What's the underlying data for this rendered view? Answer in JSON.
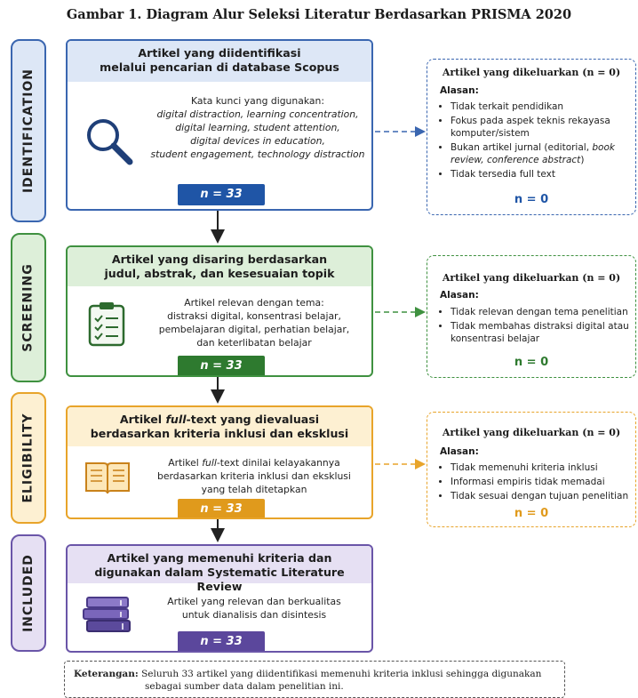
{
  "title": "Gambar 1. Diagram Alur Seleksi Literatur Berdasarkan PRISMA 2020",
  "colors": {
    "identification": "#3a66b0",
    "screening": "#3f9140",
    "eligibility": "#e8a42a",
    "included": "#6a55a8"
  },
  "phases": [
    {
      "label": "IDENTIFICATION"
    },
    {
      "label": "SCREENING"
    },
    {
      "label": "ELIGIBILITY"
    },
    {
      "label": "INCLUDED"
    }
  ],
  "identification": {
    "header_line1": "Artikel yang diidentifikasi",
    "header_line2": "melalui pencarian di database Scopus",
    "keywords_label": "Kata kunci yang digunakan:",
    "keywords": [
      "digital distraction, learning concentration,",
      "digital learning, student attention,",
      "digital devices in education,",
      "student engagement, technology distraction"
    ],
    "n_label": "n = 33",
    "icon": "magnifier-icon"
  },
  "screening": {
    "header_line1": "Artikel yang disaring berdasarkan",
    "header_line2": "judul, abstrak, dan kesesuaian topik",
    "lines": [
      "Artikel relevan dengan tema:",
      "distraksi digital, konsentrasi belajar,",
      "pembelajaran digital, perhatian belajar,",
      "dan keterlibatan belajar"
    ],
    "n_label": "n = 33",
    "icon": "clipboard-checklist-icon"
  },
  "eligibility": {
    "header_pre": "Artikel ",
    "header_italic": "full",
    "header_post": "-text yang dievaluasi",
    "header_line2": "berdasarkan kriteria inklusi dan eksklusi",
    "line1_italic": "full",
    "line1_pre": "Artikel ",
    "line1_post": "-text dinilai kelayakannya",
    "lines": [
      "berdasarkan kriteria inklusi dan eksklusi",
      "yang telah ditetapkan"
    ],
    "n_label": "n = 33",
    "icon": "open-book-icon"
  },
  "included": {
    "header_line1": "Artikel yang memenuhi kriteria dan",
    "header_line2": "digunakan dalam Systematic Literature Review",
    "lines": [
      "Artikel yang relevan dan berkualitas",
      "untuk dianalisis dan disintesis"
    ],
    "n_label": "n = 33",
    "icon": "book-stack-icon"
  },
  "excluded": [
    {
      "title": "Artikel yang dikeluarkan (n = 0)",
      "alasan": "Alasan:",
      "reasons": [
        "Tidak terkait pendidikan",
        "Fokus pada aspek teknis rekayasa komputer/sistem",
        "Bukan artikel jurnal (editorial, ",
        "Tidak tersedia full text"
      ],
      "reason3_italic": "book review, conference abstract",
      "n": "n = 0"
    },
    {
      "title": "Artikel yang dikeluarkan (n = 0)",
      "alasan": "Alasan:",
      "reasons": [
        "Tidak relevan dengan tema penelitian",
        "Tidak membahas distraksi digital atau konsentrasi belajar"
      ],
      "n": "n = 0"
    },
    {
      "title": "Artikel yang dikeluarkan (n = 0)",
      "alasan": "Alasan:",
      "reasons": [
        "Tidak memenuhi kriteria inklusi",
        "Informasi empiris tidak memadai",
        "Tidak sesuai dengan tujuan penelitian"
      ],
      "n": "n = 0"
    }
  ],
  "note": {
    "label": "Keterangan:",
    "text": "Seluruh 33 artikel yang diidentifikasi memenuhi kriteria inklusi sehingga digunakan",
    "text2": "sebagai sumber data dalam penelitian ini."
  }
}
